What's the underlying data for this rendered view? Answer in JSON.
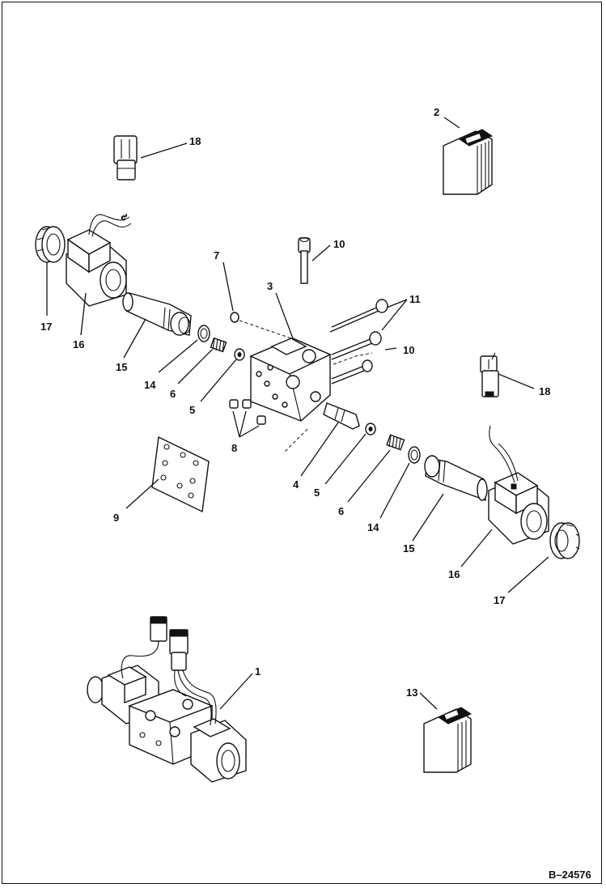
{
  "diagram": {
    "reference_code": "B–24576",
    "callouts": [
      {
        "key": "c2",
        "text": "2"
      },
      {
        "key": "c18a",
        "text": "18"
      },
      {
        "key": "c10a",
        "text": "10"
      },
      {
        "key": "c7",
        "text": "7"
      },
      {
        "key": "c3",
        "text": "3"
      },
      {
        "key": "c11",
        "text": "11"
      },
      {
        "key": "c17a",
        "text": "17"
      },
      {
        "key": "c16a",
        "text": "16"
      },
      {
        "key": "c15a",
        "text": "15"
      },
      {
        "key": "c14a",
        "text": "14"
      },
      {
        "key": "c6a",
        "text": "6"
      },
      {
        "key": "c5a",
        "text": "5"
      },
      {
        "key": "c10b",
        "text": "10"
      },
      {
        "key": "c18b",
        "text": "18"
      },
      {
        "key": "c8",
        "text": "8"
      },
      {
        "key": "c4",
        "text": "4"
      },
      {
        "key": "c5b",
        "text": "5"
      },
      {
        "key": "c6b",
        "text": "6"
      },
      {
        "key": "c14b",
        "text": "14"
      },
      {
        "key": "c15b",
        "text": "15"
      },
      {
        "key": "c16b",
        "text": "16"
      },
      {
        "key": "c17b",
        "text": "17"
      },
      {
        "key": "c9",
        "text": "9"
      },
      {
        "key": "c1",
        "text": "1"
      },
      {
        "key": "c13",
        "text": "13"
      }
    ]
  }
}
